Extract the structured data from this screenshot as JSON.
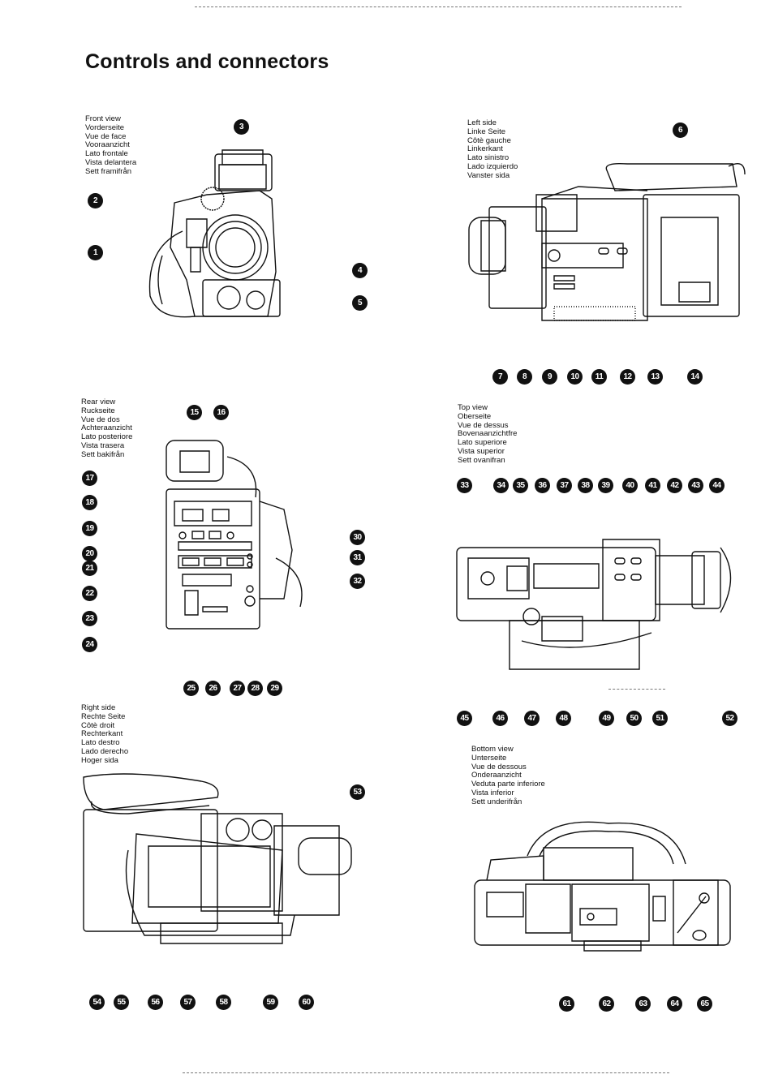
{
  "title": "Controls and connectors",
  "views": {
    "front": [
      "Front view",
      "Vorderseite",
      "Vue de face",
      "Vooraanzicht",
      "Lato frontale",
      "Vista delantera",
      "Sett framifrån"
    ],
    "left": [
      "Left side",
      "Linke Seite",
      "Côtè gauche",
      "Linkerkant",
      "Lato sinistro",
      "Lado izquierdo",
      "Vanster sida"
    ],
    "rear": [
      "Rear view",
      "Ruckseite",
      "Vue de dos",
      "Achteraanzicht",
      "Lato posteriore",
      "Vista trasera",
      "Sett bakifrån"
    ],
    "top": [
      "Top view",
      "Oberseite",
      "Vue de dessus",
      "Bovenaanzichtfre",
      "Lato superiore",
      "Vista superior",
      "Sett ovanifran"
    ],
    "right": [
      "Right side",
      "Rechte Seite",
      "Côtè droit",
      "Rechterkant",
      "Lato destro",
      "Lado derecho",
      "Hoger sida"
    ],
    "bottom": [
      "Bottom view",
      "Unterseite",
      "Vue de dessous",
      "Onderaanzicht",
      "Veduta parte inferiore",
      "Vista inferior",
      "Sett underifrån"
    ]
  },
  "callouts": {
    "front": [
      "1",
      "2",
      "3",
      "4",
      "5"
    ],
    "left": [
      "6",
      "7",
      "8",
      "9",
      "10",
      "11",
      "12",
      "13",
      "14"
    ],
    "rear": [
      "15",
      "16",
      "17",
      "18",
      "19",
      "20",
      "21",
      "22",
      "23",
      "24",
      "25",
      "26",
      "27",
      "28",
      "29",
      "30",
      "31",
      "32"
    ],
    "top": [
      "33",
      "34",
      "35",
      "36",
      "37",
      "38",
      "39",
      "40",
      "41",
      "42",
      "43",
      "44",
      "45",
      "46",
      "47",
      "48",
      "49",
      "50",
      "51",
      "52"
    ],
    "right": [
      "53",
      "54",
      "55",
      "56",
      "57",
      "58",
      "59",
      "60"
    ],
    "bottom": [
      "61",
      "62",
      "63",
      "64",
      "65"
    ]
  }
}
